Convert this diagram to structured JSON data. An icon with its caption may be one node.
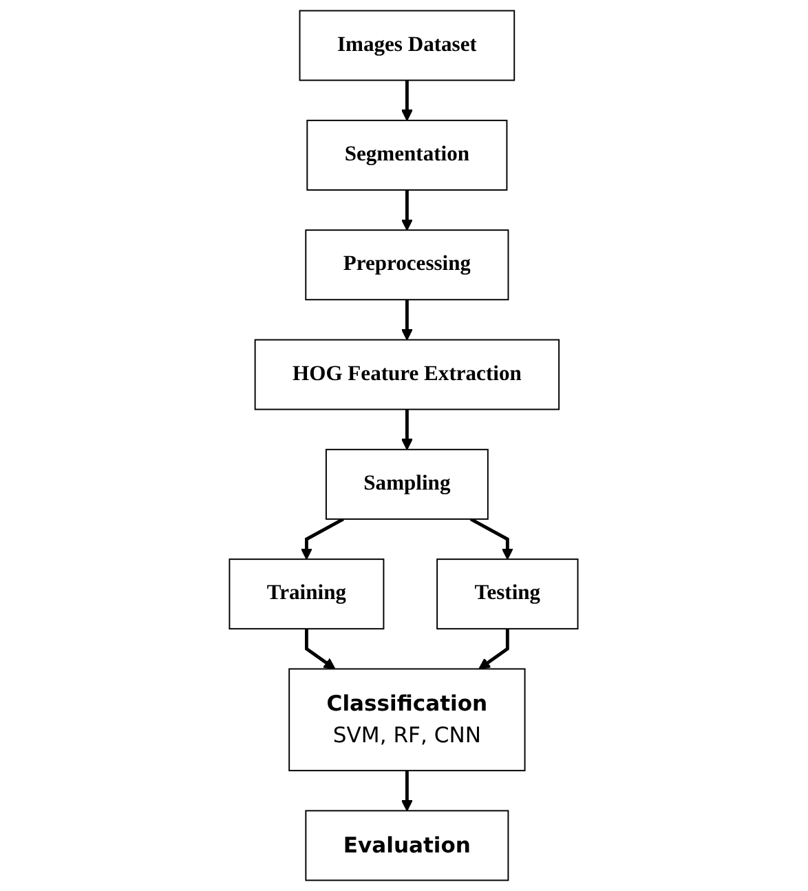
{
  "diagram": {
    "nodes": [
      {
        "text": [
          "Images Dataset"
        ]
      },
      {
        "text": [
          "Segmentation"
        ]
      },
      {
        "text": [
          "Preprocessing"
        ]
      },
      {
        "text": [
          "HOG Feature Extraction"
        ]
      },
      {
        "text": [
          "Sampling"
        ]
      },
      {
        "text": [
          "Training"
        ]
      },
      {
        "text": [
          "Testing"
        ]
      },
      {
        "text": [
          "Classification",
          "SVM, RF, CNN"
        ]
      },
      {
        "text": [
          "Evaluation"
        ]
      }
    ],
    "edges": [
      {
        "from": 0,
        "to": 1,
        "arrow": "to"
      },
      {
        "from": 1,
        "to": 2,
        "arrow": "to"
      },
      {
        "from": 2,
        "to": 3,
        "arrow": "to"
      },
      {
        "from": 3,
        "to": 4,
        "arrow": "to"
      },
      {
        "from": 4,
        "to": 5,
        "arrow": "to"
      },
      {
        "from": 4,
        "to": 6,
        "arrow": "to"
      },
      {
        "from": 5,
        "to": 7,
        "arrow": "to"
      },
      {
        "from": 6,
        "to": 7,
        "arrow": "to"
      },
      {
        "from": 7,
        "to": 8,
        "arrow": "to"
      }
    ]
  }
}
